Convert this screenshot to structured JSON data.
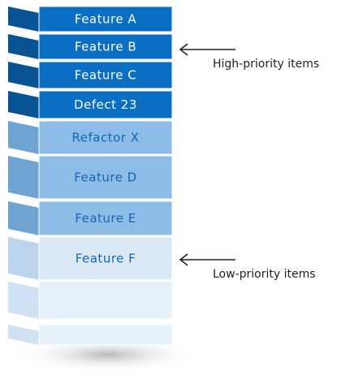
{
  "backlog": {
    "items": [
      {
        "label": "Feature A",
        "priority": "high"
      },
      {
        "label": "Feature B",
        "priority": "high"
      },
      {
        "label": "Feature C",
        "priority": "high"
      },
      {
        "label": "Defect 23",
        "priority": "high"
      },
      {
        "label": "Refactor X",
        "priority": "medium"
      },
      {
        "label": "Feature D",
        "priority": "medium"
      },
      {
        "label": "Feature E",
        "priority": "medium"
      },
      {
        "label": "Feature F",
        "priority": "low"
      },
      {
        "label": "",
        "priority": "empty"
      },
      {
        "label": "",
        "priority": "empty"
      },
      {
        "label": "",
        "priority": "empty"
      }
    ]
  },
  "annotations": {
    "high": "High-priority items",
    "low": "Low-priority items"
  },
  "colors": {
    "high_fill": "#0a6fc2",
    "high_side": "#075394",
    "high_text": "#ffffff",
    "mid_fill": "#8dbde6",
    "mid_side": "#6fa4d2",
    "mid_text": "#1366b4",
    "low_fill": "#dbe9f7",
    "low_side": "#bcd5ed",
    "low_text": "#1366b4",
    "empty_fill": "#e6f0fa",
    "empty_side": "#cfe1f2",
    "arrow": "#222222"
  }
}
